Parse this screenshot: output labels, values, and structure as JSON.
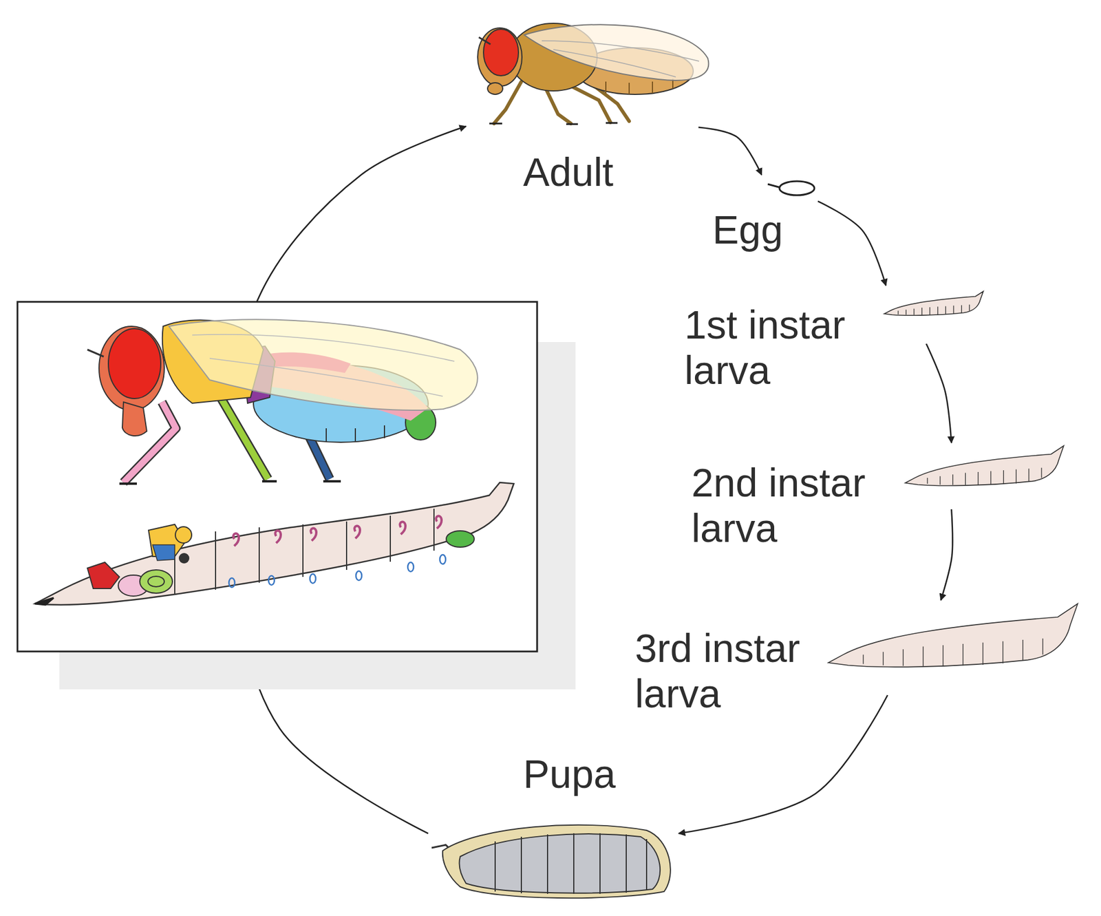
{
  "diagram": {
    "nodes": [
      {
        "text": [
          "Adult"
        ]
      },
      {
        "text": [
          "Egg"
        ]
      },
      {
        "text": [
          "1st instar larva"
        ]
      },
      {
        "text": [
          "2nd instar larva"
        ]
      },
      {
        "text": [
          "3rd instar larva"
        ]
      },
      {
        "text": [
          "Pupa"
        ]
      }
    ],
    "edges": [
      {
        "from": 0,
        "to": 1,
        "arrow": "to"
      },
      {
        "from": 1,
        "to": 2,
        "arrow": "to"
      },
      {
        "from": 2,
        "to": 3,
        "arrow": "to"
      },
      {
        "from": 3,
        "to": 4,
        "arrow": "to"
      },
      {
        "from": 4,
        "to": 5,
        "arrow": "to"
      },
      {
        "from": 5,
        "to": 0,
        "arrow": "to"
      }
    ]
  }
}
